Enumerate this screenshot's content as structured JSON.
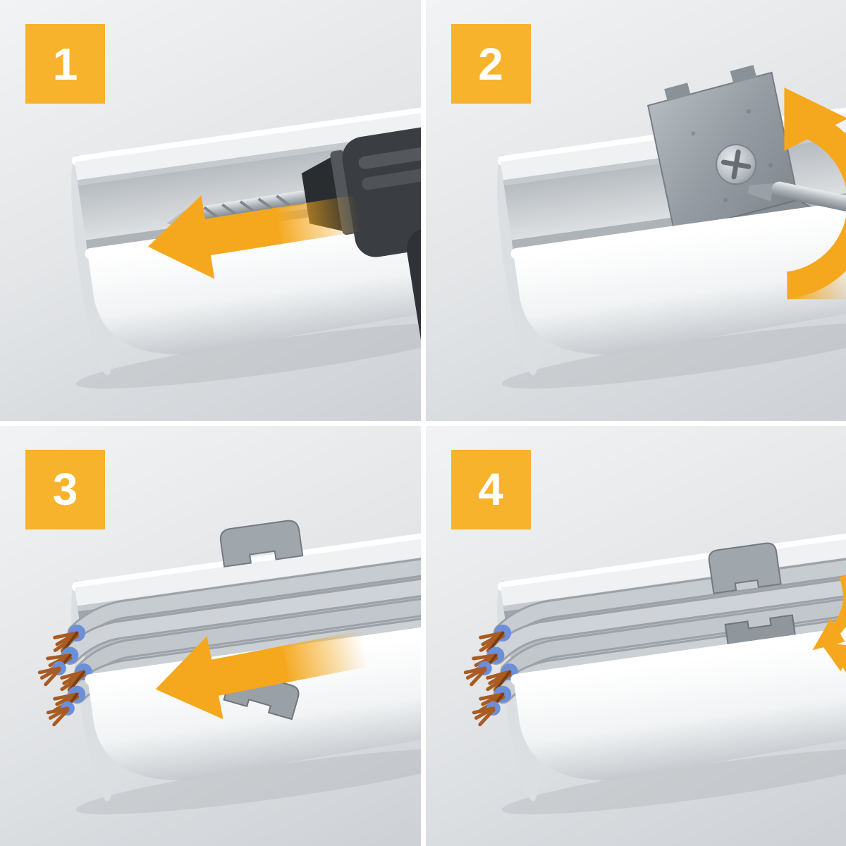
{
  "figure": {
    "type": "instructional-diagram",
    "subject": "cable-trunking-installation-steps",
    "panel_count": 4
  },
  "colors": {
    "badge": "#F7B32B",
    "badge_text": "#FFFFFF",
    "arrow": "#F5A81E",
    "gutter": "#FFFFFF",
    "wall_light": "#F2F3F4",
    "wall_mid": "#E4E6E8",
    "wall_dark": "#CDD1D5",
    "trunking_white": "#FAFBFC",
    "metal_gray": "#9AA1A7",
    "copper": "#A85B22",
    "wire_blue": "#6C8FD9",
    "cable_gray": "#C7CCD0",
    "drill_dark": "#3A3D41"
  },
  "panels": [
    {
      "number": "1",
      "step_name": "drill-fixing-hole-in-trunking",
      "elements": [
        "trunking-channel",
        "drill",
        "drill-bit",
        "left-direction-arrow"
      ]
    },
    {
      "number": "2",
      "step_name": "screw-mounting-bracket",
      "elements": [
        "trunking-channel",
        "mounting-bracket",
        "screw",
        "screwdriver",
        "rotate-arrow"
      ]
    },
    {
      "number": "3",
      "step_name": "lay-cables-into-trunking",
      "elements": [
        "trunking-channel",
        "cable-bundle",
        "cable-clip-on-rail",
        "loose-cable-clip",
        "left-direction-arrow"
      ]
    },
    {
      "number": "4",
      "step_name": "snap-cable-clips-closed",
      "elements": [
        "trunking-channel",
        "cable-bundle",
        "upper-cable-clip",
        "lower-cable-clip",
        "snap-arrow-down",
        "snap-arrow-up"
      ]
    }
  ]
}
